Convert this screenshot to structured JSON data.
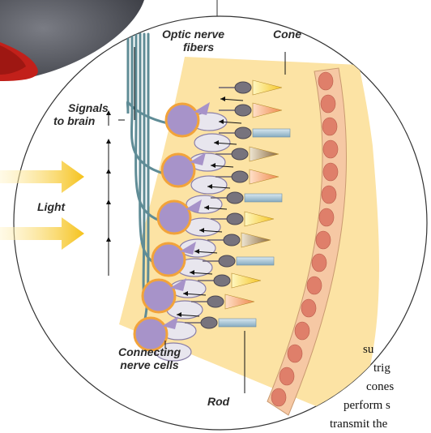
{
  "labels": {
    "optic_line1": "Optic nerve",
    "optic_line2": "fibers",
    "cone": "Cone",
    "signals_line1": "Signals",
    "signals_line2": "to brain",
    "light": "Light",
    "connecting_line1": "Connecting",
    "connecting_line2": "nerve cells",
    "rod": "Rod"
  },
  "body_text_fragments": [
    "su",
    "trig",
    "cones",
    "perform s",
    "transmit the"
  ],
  "colors": {
    "tissue": "#fce3a4",
    "ganglion": "#a793c9",
    "ganglion_rim": "#f2a33a",
    "fiber": "#5f8c96",
    "bipolar": "#e8e6ee",
    "receptor_body": "#77737d",
    "rod": "#a8c4d4",
    "epithelium": "#f6c8a4",
    "epithelium_nucleus": "#df7f6a",
    "light_arrow": "#f5c21b",
    "eye_red": "#c2201a",
    "eye_dark": "#4b4d54"
  },
  "icons": {
    "light": "arrow-right-icon",
    "signal": "arrow-up-icon"
  }
}
